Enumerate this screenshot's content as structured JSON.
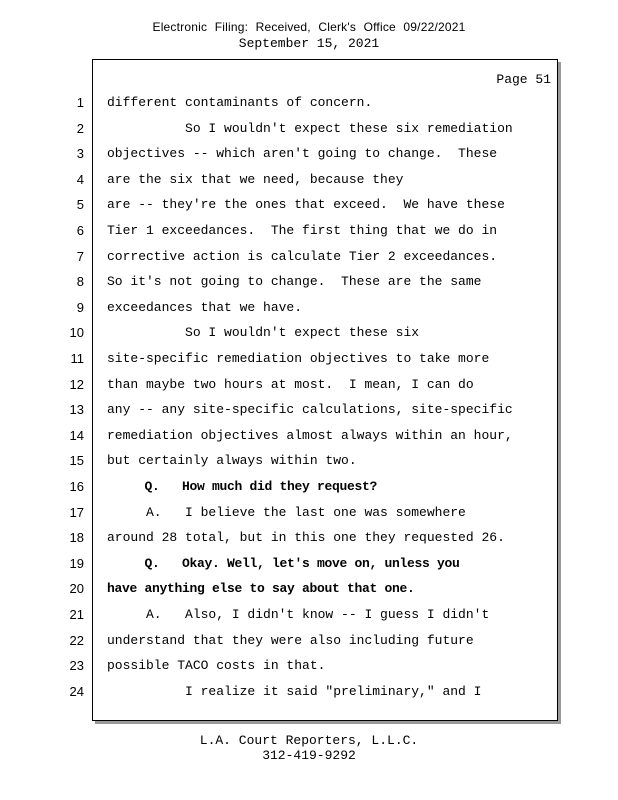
{
  "header": {
    "filing_stamp": "Electronic Filing: Received, Clerk's Office 09/22/2021",
    "date": "September 15, 2021"
  },
  "page": {
    "label": "Page 51"
  },
  "lines": [
    {
      "no": "1",
      "text": "different contaminants of concern.",
      "bold": false
    },
    {
      "no": "2",
      "text": "          So I wouldn't expect these six remediation",
      "bold": false
    },
    {
      "no": "3",
      "text": "objectives -- which aren't going to change.  These",
      "bold": false
    },
    {
      "no": "4",
      "text": "are the six that we need, because they",
      "bold": false
    },
    {
      "no": "5",
      "text": "are -- they're the ones that exceed.  We have these",
      "bold": false
    },
    {
      "no": "6",
      "text": "Tier 1 exceedances.  The first thing that we do in",
      "bold": false
    },
    {
      "no": "7",
      "text": "corrective action is calculate Tier 2 exceedances.",
      "bold": false
    },
    {
      "no": "8",
      "text": "So it's not going to change.  These are the same",
      "bold": false
    },
    {
      "no": "9",
      "text": "exceedances that we have.",
      "bold": false
    },
    {
      "no": "10",
      "text": "          So I wouldn't expect these six",
      "bold": false
    },
    {
      "no": "11",
      "text": "site-specific remediation objectives to take more",
      "bold": false
    },
    {
      "no": "12",
      "text": "than maybe two hours at most.  I mean, I can do",
      "bold": false
    },
    {
      "no": "13",
      "text": "any -- any site-specific calculations, site-specific",
      "bold": false
    },
    {
      "no": "14",
      "text": "remediation objectives almost always within an hour,",
      "bold": false
    },
    {
      "no": "15",
      "text": "but certainly always within two.",
      "bold": false
    },
    {
      "no": "16",
      "text": "     Q.   How much did they request?",
      "bold": true
    },
    {
      "no": "17",
      "text": "     A.   I believe the last one was somewhere",
      "bold": false
    },
    {
      "no": "18",
      "text": "around 28 total, but in this one they requested 26.",
      "bold": false
    },
    {
      "no": "19",
      "text": "     Q.   Okay. Well, let's move on, unless you",
      "bold": true
    },
    {
      "no": "20",
      "text": "have anything else to say about that one.",
      "bold": true
    },
    {
      "no": "21",
      "text": "     A.   Also, I didn't know -- I guess I didn't",
      "bold": false
    },
    {
      "no": "22",
      "text": "understand that they were also including future",
      "bold": false
    },
    {
      "no": "23",
      "text": "possible TACO costs in that.",
      "bold": false
    },
    {
      "no": "24",
      "text": "          I realize it said \"preliminary,\" and I",
      "bold": false
    }
  ],
  "footer": {
    "company": "L.A. Court Reporters, L.L.C.",
    "phone": "312-419-9292"
  }
}
